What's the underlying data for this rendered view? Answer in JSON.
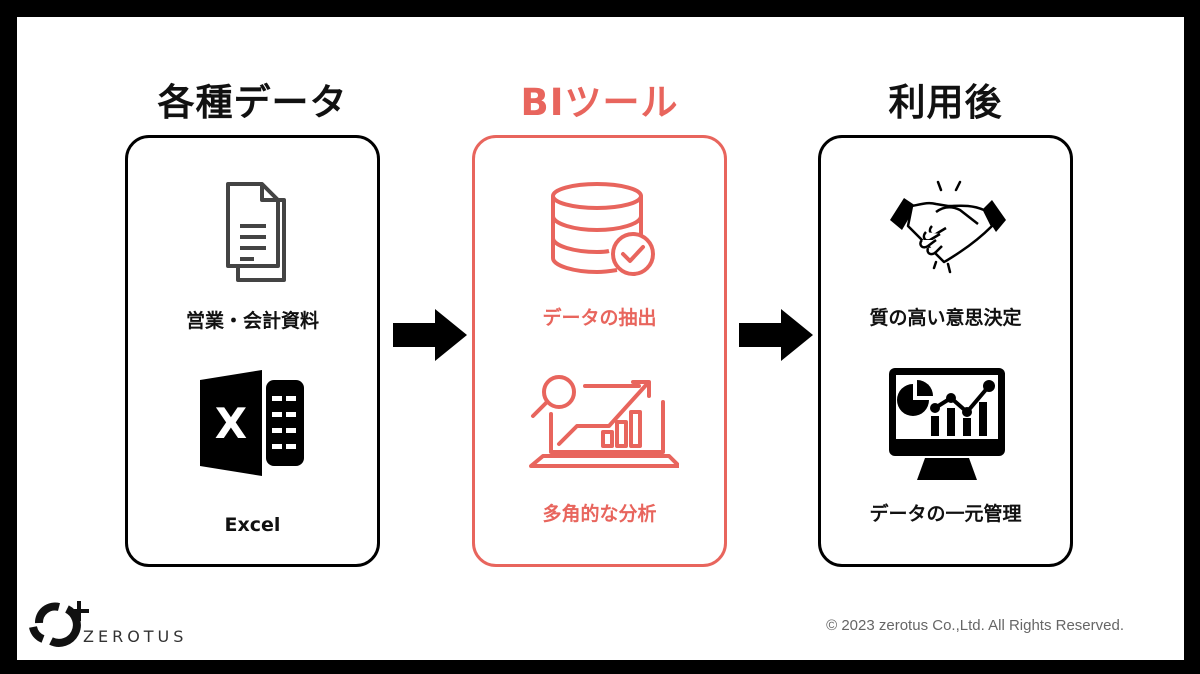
{
  "columns": [
    {
      "title": "各種データ",
      "title_color": "#111111",
      "items": [
        {
          "icon": "document-icon",
          "label": "営業・会計資料"
        },
        {
          "icon": "excel-icon",
          "label": "Excel"
        }
      ]
    },
    {
      "title": "BIツール",
      "title_color": "#e8655d",
      "items": [
        {
          "icon": "database-check-icon",
          "label": "データの抽出"
        },
        {
          "icon": "analytics-laptop-icon",
          "label": "多角的な分析"
        }
      ]
    },
    {
      "title": "利用後",
      "title_color": "#111111",
      "items": [
        {
          "icon": "handshake-icon",
          "label": "質の高い意思決定"
        },
        {
          "icon": "monitor-dashboard-icon",
          "label": "データの一元管理"
        }
      ]
    }
  ],
  "colors": {
    "accent": "#e8655d",
    "dark": "#111111",
    "frame": "#000000"
  },
  "footer": {
    "logo_text": "ZEROTUS",
    "copyright": "© 2023 zerotus Co.,Ltd. All Rights Reserved."
  }
}
